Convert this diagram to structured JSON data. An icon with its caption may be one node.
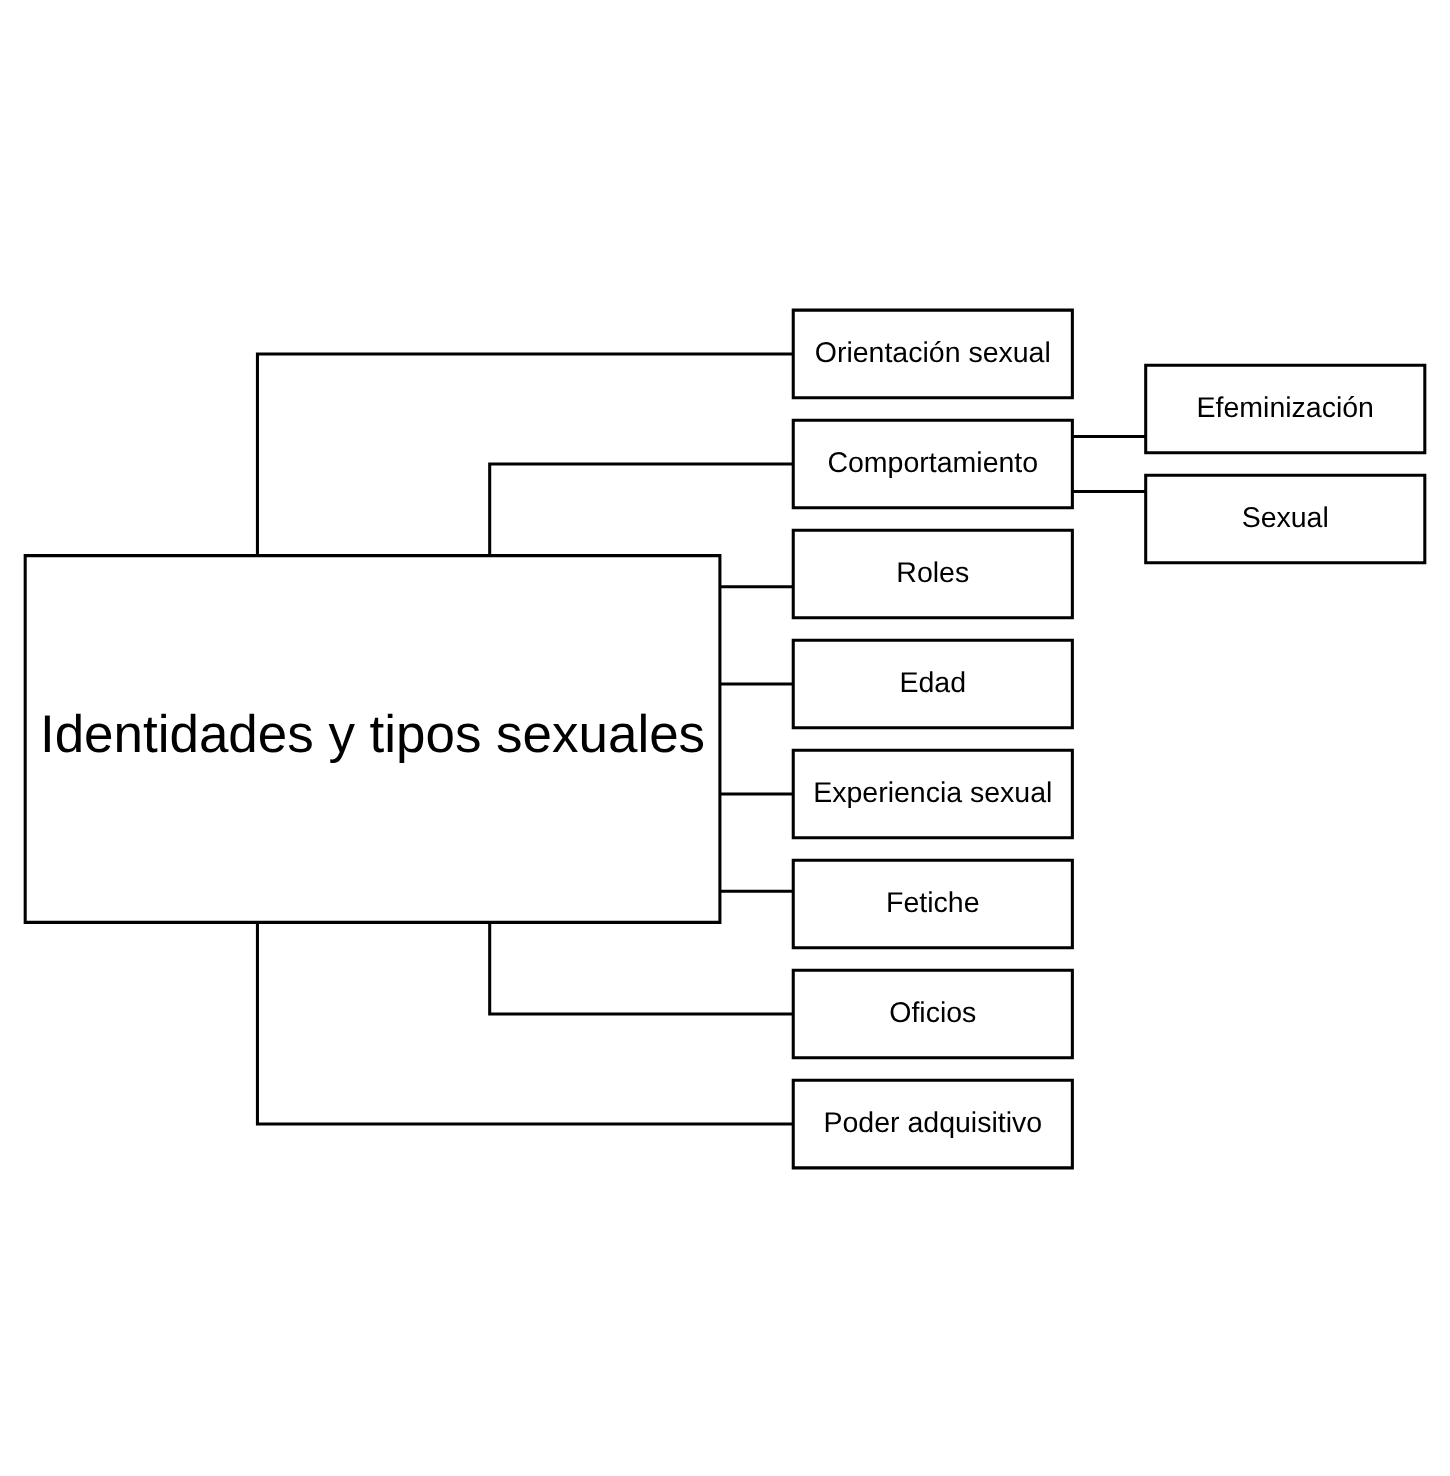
{
  "diagram": {
    "nodes": [
      {
        "text": [
          "Identidades y tipos sexuales"
        ]
      },
      {
        "text": [
          "Orientación sexual"
        ]
      },
      {
        "text": [
          "Comportamiento"
        ]
      },
      {
        "text": [
          "Roles"
        ]
      },
      {
        "text": [
          "Edad"
        ]
      },
      {
        "text": [
          "Experiencia sexual"
        ]
      },
      {
        "text": [
          "Fetiche"
        ]
      },
      {
        "text": [
          "Oficios"
        ]
      },
      {
        "text": [
          "Poder adquisitivo"
        ]
      },
      {
        "text": [
          "Efeminización"
        ]
      },
      {
        "text": [
          "Sexual"
        ]
      }
    ],
    "edges": [
      {
        "from": 0,
        "to": 1,
        "arrow": "none"
      },
      {
        "from": 0,
        "to": 2,
        "arrow": "none"
      },
      {
        "from": 0,
        "to": 3,
        "arrow": "none"
      },
      {
        "from": 0,
        "to": 4,
        "arrow": "none"
      },
      {
        "from": 0,
        "to": 5,
        "arrow": "none"
      },
      {
        "from": 0,
        "to": 6,
        "arrow": "none"
      },
      {
        "from": 0,
        "to": 7,
        "arrow": "none"
      },
      {
        "from": 0,
        "to": 8,
        "arrow": "none"
      },
      {
        "from": 2,
        "to": 9,
        "arrow": "none"
      },
      {
        "from": 2,
        "to": 10,
        "arrow": "none"
      }
    ]
  }
}
